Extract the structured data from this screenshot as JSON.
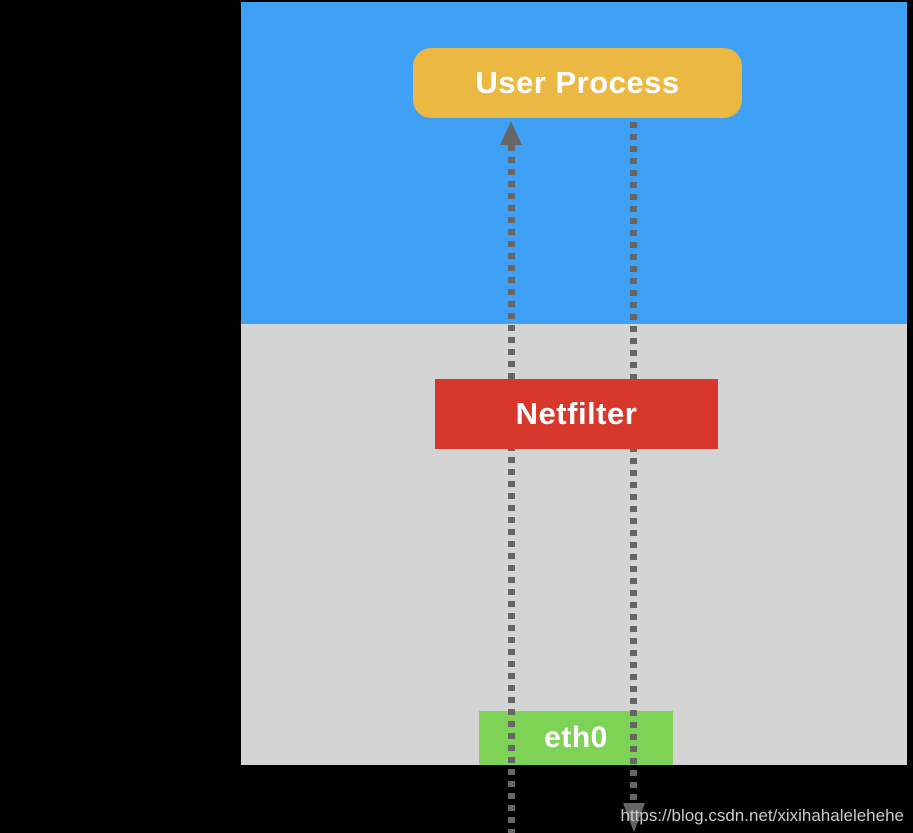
{
  "colors": {
    "background": "#000000",
    "user_space": "#3EA1F5",
    "kernel_space": "#D4D4D4",
    "user_process": "#EBB844",
    "netfilter": "#D8382B",
    "eth0": "#7ED256",
    "line": "#666666",
    "label_text": "#FFFFFF",
    "watermark_text": "#CBCBCB"
  },
  "nodes": {
    "user_process": {
      "label": "User Process"
    },
    "netfilter": {
      "label": "Netfilter"
    },
    "eth0": {
      "label": "eth0"
    }
  },
  "watermark": {
    "text": "https://blog.csdn.net/xixihahalelehehe"
  }
}
